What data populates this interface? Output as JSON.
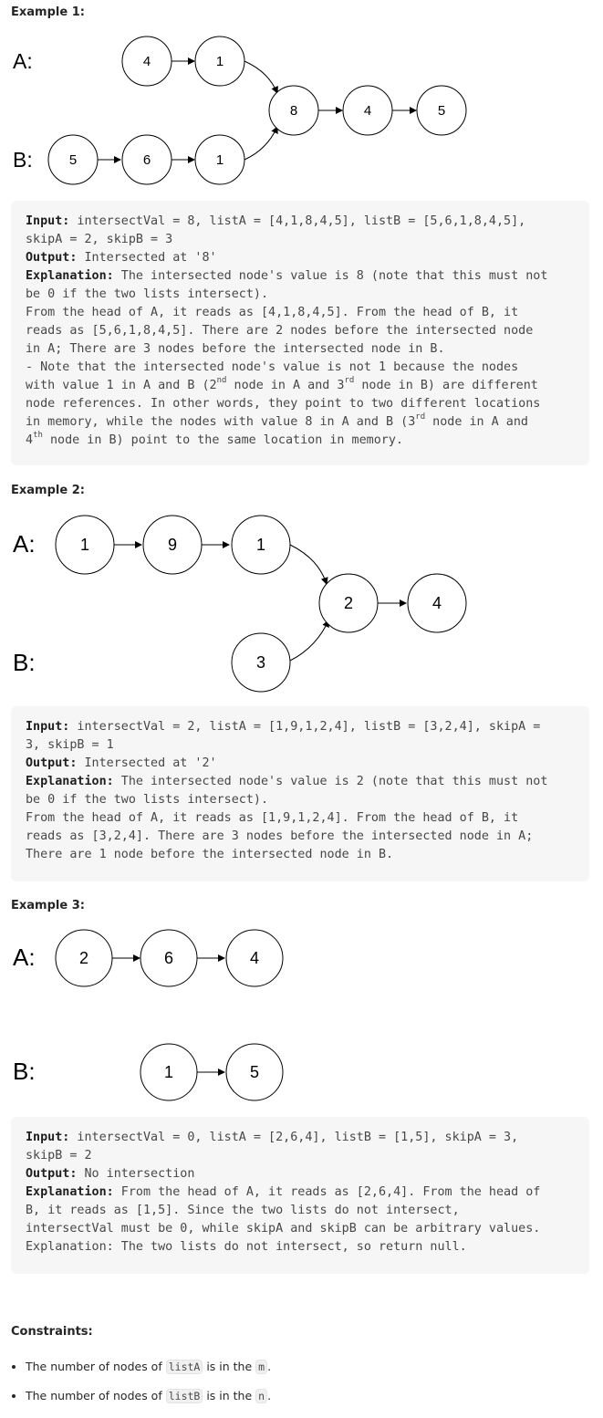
{
  "examples": [
    {
      "heading": "Example 1:",
      "diagram": {
        "labels": [
          "A:",
          "B:"
        ],
        "list_a": [
          "4",
          "1"
        ],
        "list_b": [
          "5",
          "6",
          "1"
        ],
        "shared": [
          "8",
          "4",
          "5"
        ]
      },
      "box": {
        "input_label": "Input:",
        "input_line1": " intersectVal = 8, listA = [4,1,8,4,5], listB = [5,6,1,8,4,5],",
        "input_line2": "skipA = 2, skipB = 3",
        "output_label": "Output:",
        "output_value": " Intersected at '8'",
        "explanation_label": "Explanation:",
        "exp1": " The intersected node's value is 8 (note that this must not",
        "exp2": "be 0 if the two lists intersect).",
        "exp3": "From the head of A, it reads as [4,1,8,4,5]. From the head of B, it",
        "exp4": "reads as [5,6,1,8,4,5]. There are 2 nodes before the intersected node",
        "exp5": "in A; There are 3 nodes before the intersected node in B.",
        "exp6": "- Note that the intersected node's value is not 1 because the nodes",
        "exp7_a": "with value 1 in A and B (2",
        "exp7_sup1": "nd",
        "exp7_b": " node in A and 3",
        "exp7_sup2": "rd",
        "exp7_c": " node in B) are different",
        "exp8": "node references. In other words, they point to two different locations",
        "exp9_a": "in memory, while the nodes with value 8 in A and B (3",
        "exp9_sup": "rd",
        "exp9_b": " node in A and",
        "exp10_a": "4",
        "exp10_sup": "th",
        "exp10_b": " node in B) point to the same location in memory."
      }
    },
    {
      "heading": "Example 2:",
      "diagram": {
        "labels": [
          "A:",
          "B:"
        ],
        "list_a": [
          "1",
          "9",
          "1"
        ],
        "list_b": [
          "3"
        ],
        "shared": [
          "2",
          "4"
        ]
      },
      "box": {
        "input_label": "Input:",
        "input_line1": " intersectVal = 2, listA = [1,9,1,2,4], listB = [3,2,4], skipA =",
        "input_line2": "3, skipB = 1",
        "output_label": "Output:",
        "output_value": " Intersected at '2'",
        "explanation_label": "Explanation:",
        "exp1": " The intersected node's value is 2 (note that this must not",
        "exp2": "be 0 if the two lists intersect).",
        "exp3": "From the head of A, it reads as [1,9,1,2,4]. From the head of B, it",
        "exp4": "reads as [3,2,4]. There are 3 nodes before the intersected node in A;",
        "exp5": "There are 1 node before the intersected node in B."
      }
    },
    {
      "heading": "Example 3:",
      "diagram": {
        "labels": [
          "A:",
          "B:"
        ],
        "list_a": [
          "2",
          "6",
          "4"
        ],
        "list_b": [
          "1",
          "5"
        ]
      },
      "box": {
        "input_label": "Input:",
        "input_line1": " intersectVal = 0, listA = [2,6,4], listB = [1,5], skipA = 3,",
        "input_line2": "skipB = 2",
        "output_label": "Output:",
        "output_value": " No intersection",
        "explanation_label": "Explanation:",
        "exp1": " From the head of A, it reads as [2,6,4]. From the head of",
        "exp2": "B, it reads as [1,5]. Since the two lists do not intersect,",
        "exp3": "intersectVal must be 0, while skipA and skipB can be arbitrary values.",
        "exp4": "Explanation: The two lists do not intersect, so return null."
      }
    }
  ],
  "constraints": {
    "heading": "Constraints:",
    "items": [
      {
        "prefix": "The number of nodes of ",
        "code": "listA",
        "mid": " is in the ",
        "code2": "m",
        "suffix": "."
      },
      {
        "prefix": "The number of nodes of ",
        "code": "listB",
        "mid": " is in the ",
        "code2": "n",
        "suffix": "."
      }
    ]
  }
}
